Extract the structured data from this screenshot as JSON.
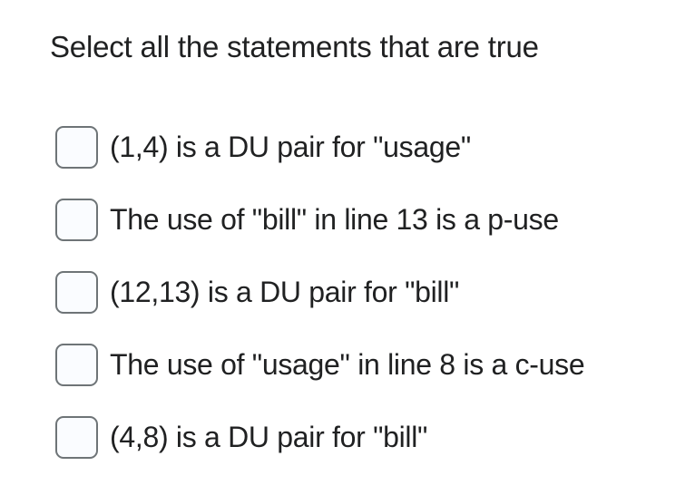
{
  "question": {
    "title": "Select all the statements that are true",
    "options": [
      {
        "label": "(1,4) is a DU pair for \"usage\"",
        "checked": false
      },
      {
        "label": "The use of \"bill\" in line 13 is a p-use",
        "checked": false
      },
      {
        "label": "(12,13) is a DU pair for \"bill\"",
        "checked": false
      },
      {
        "label": "The use of \"usage\" in line 8 is a c-use",
        "checked": false
      },
      {
        "label": "(4,8) is a DU pair for \"bill\"",
        "checked": false
      }
    ]
  },
  "colors": {
    "text": "#202122",
    "checkbox_border": "#6e7477",
    "checkbox_background": "#fafcff",
    "page_background": "#ffffff"
  }
}
